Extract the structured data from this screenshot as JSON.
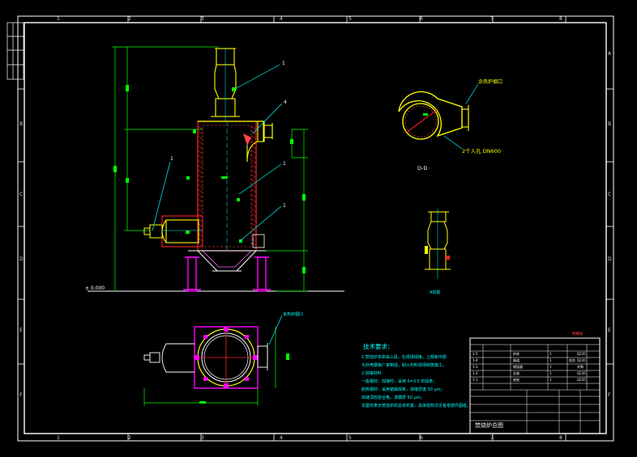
{
  "frame": {
    "top_columns": [
      "1",
      "2",
      "3",
      "4",
      "5",
      "6",
      "7",
      "8"
    ],
    "bottom_columns": [
      "1",
      "2",
      "3",
      "4",
      "5",
      "6",
      "7",
      "8"
    ],
    "right_rows": [
      "A",
      "B",
      "C",
      "D",
      "E",
      "F"
    ],
    "left_rows": [
      "B",
      "C",
      "D",
      "E",
      "F"
    ]
  },
  "main_view": {
    "ground_level": "± 0.000",
    "balloons": [
      "1",
      "4",
      "1",
      "1",
      "1"
    ]
  },
  "section_view": {
    "label": "D-D",
    "note_top": "余热炉烟口",
    "note_bottom": "2个人孔 DN600"
  },
  "side_view": {
    "label": "A向视"
  },
  "plan_view": {
    "note": "余热炉烟口"
  },
  "technical_requirements": {
    "title": "技术要求：",
    "lines": [
      "1.焚烧炉本体由三段，在现场焊接；上部和中部",
      "   为外壳钢板厂家制造，耐火材料现场砌筑施工。",
      "2.焊接材料",
      "   一般钢材：焊接时，采用 δ=3.5 的焊条；",
      "   耐热钢材：采用铬钼焊条，焊缝厚度 50 μm；",
      "            焊缝须检验合格，漆膜厚 50 μm；",
      "   本图仅表示焚烧炉的总体布置，具体结构详见各零部件图纸。"
    ]
  },
  "title_block": {
    "drawing_name": "焚烧炉总图",
    "header": "明细表",
    "rows": [
      [
        "1-5",
        "炉体",
        "1",
        "",
        "Q235"
      ],
      [
        "1-4",
        "烟道",
        "1",
        "组合",
        "Q235"
      ],
      [
        "1-3",
        "燃烧器",
        "1",
        "",
        "外购"
      ],
      [
        "1-2",
        "支座",
        "1",
        "",
        "Q235"
      ],
      [
        "1-1",
        "底座",
        "1",
        "",
        "Q235"
      ]
    ]
  }
}
